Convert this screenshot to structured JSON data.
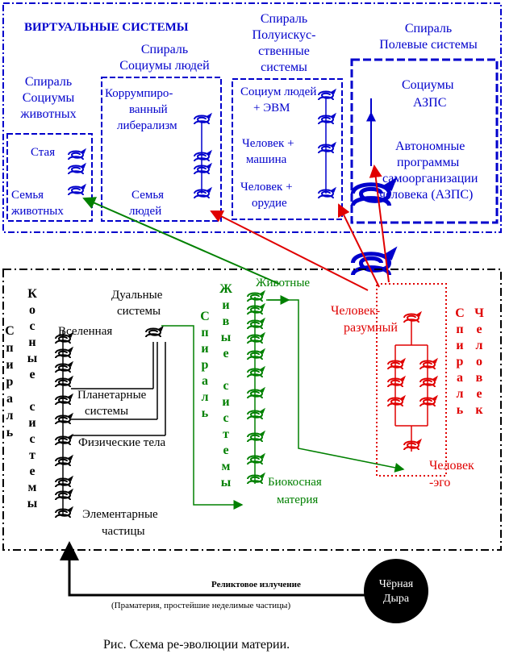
{
  "virtual": {
    "title": "ВИРТУАЛЬНЫЕ СИСТЕМЫ",
    "animals": {
      "title": [
        "Спираль",
        "Социумы",
        "животных"
      ],
      "top": "Стая",
      "bottom": [
        "Семья",
        "животных"
      ]
    },
    "humans": {
      "title": [
        "Спираль",
        "Социумы людей"
      ],
      "top": [
        "Коррумпиро-",
        "ванный",
        "либерализм"
      ],
      "bottom": [
        "Семья",
        "людей"
      ]
    },
    "semi": {
      "title": [
        "Спираль",
        "Полуискус-",
        "ственные",
        "системы"
      ],
      "top": [
        "Социум людей",
        "+ ЭВМ"
      ],
      "middle": [
        "Человек +",
        "машина"
      ],
      "bottom": [
        "Человек +",
        "орудие"
      ]
    },
    "field": {
      "title": [
        "Спираль",
        "Полевые системы"
      ],
      "top": [
        "Социумы",
        "АЗПС"
      ],
      "bottom": [
        "Автономные",
        "программы",
        "самоорганизации",
        "человека (АЗПС)"
      ]
    }
  },
  "lower": {
    "inert": {
      "vertical_left": "Спираль",
      "vertical_right": "Косные системы",
      "universe": "Вселенная",
      "planetary": [
        "Планетарные",
        "системы"
      ],
      "bodies": "Физические тела",
      "particles": [
        "Элементарные",
        "частицы"
      ],
      "dual": [
        "Дуальные",
        "системы"
      ]
    },
    "living": {
      "vertical_left": "Спираль",
      "vertical_right": "Живые системы",
      "top": "Животные",
      "bottom": [
        "Биокосная",
        "материя"
      ]
    },
    "human": {
      "vertical_left": "Спираль",
      "vertical_right": "Человек",
      "top": [
        "Человек-",
        "разумный"
      ],
      "bottom": [
        "Человек",
        "-эго"
      ]
    }
  },
  "bottom": {
    "relic": "Реликтовое излучение",
    "prematter": "(Праматерия, простейшие неделимые частицы)",
    "black_hole": [
      "Чёрная",
      "Дыра"
    ],
    "caption": "Рис.  Схема ре-эволюции материи."
  },
  "colors": {
    "blue": "#0000cc",
    "green": "#008000",
    "red": "#e00000",
    "black": "#000000"
  },
  "icons": [
    "spiral-icon"
  ]
}
